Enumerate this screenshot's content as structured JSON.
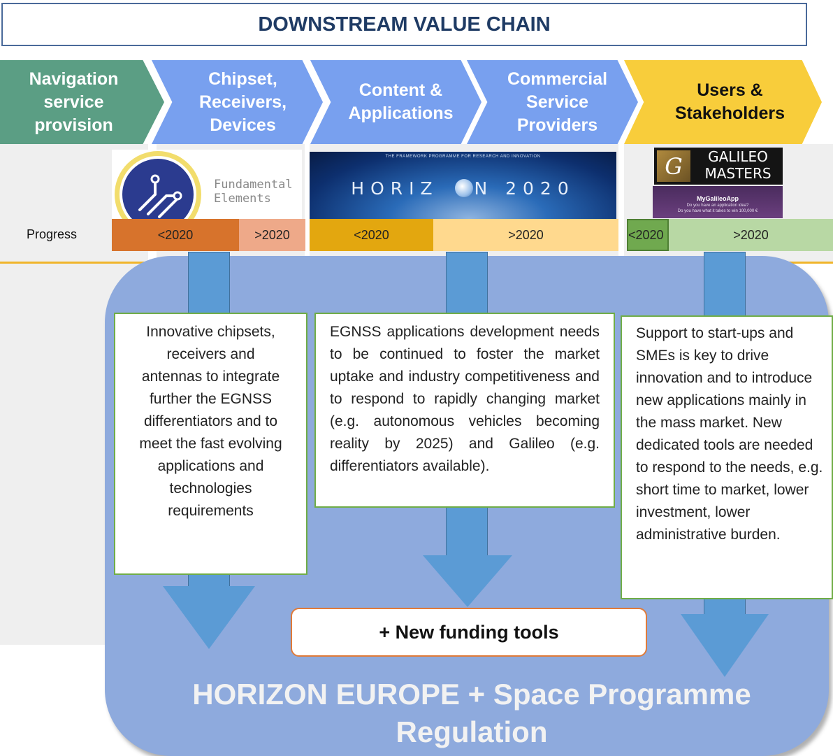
{
  "title": "DOWNSTREAM VALUE CHAIN",
  "chain": [
    {
      "label": "Navigation\nservice\nprovision",
      "color": "#5b9e84"
    },
    {
      "label": "Chipset,\nReceivers,\nDevices",
      "color": "#78a0ef"
    },
    {
      "label": "Content &\nApplications",
      "color": "#78a0ef"
    },
    {
      "label": "Commercial\nService\nProviders",
      "color": "#78a0ef"
    },
    {
      "label": "Users &\nStakeholders",
      "color": "#f8cd3b"
    }
  ],
  "logos": {
    "fundamental_elements": {
      "line1": "Fundamental",
      "line2": "Elements"
    },
    "horizon2020": {
      "tagline": "THE FRAMEWORK PROGRAMME FOR RESEARCH AND INNOVATION",
      "name": "HORIZ   N 2020"
    },
    "galileo_masters": {
      "line1": "GALILEO",
      "line2": "MASTERS",
      "mark": "G"
    },
    "mygalileoapp": {
      "line1": "MyGalileoApp",
      "line2": "Do you have an application idea?",
      "line3": "Do you have what it takes to win 100,000 €"
    }
  },
  "progress": {
    "label": "Progress",
    "segments": [
      {
        "text": "<2020",
        "color": "#d7732c"
      },
      {
        "text": ">2020",
        "color": "#eea989"
      },
      {
        "text": "<2020",
        "color": "#e3a70f"
      },
      {
        "text": ">2020",
        "color": "#ffd98e"
      },
      {
        "text": "<2020",
        "color": "#70a94f"
      },
      {
        "text": ">2020",
        "color": "#b8d8a4"
      }
    ]
  },
  "boxes": {
    "chipsets": "Innovative chipsets, receivers and antennas to integrate further the EGNSS differentiators and to meet the fast evolving applications and technologies requirements",
    "applications": "EGNSS applications development needs to be continued to foster the market uptake and industry competitiveness and to respond to rapidly changing market (e.g. autonomous vehicles becoming reality by 2025) and Galileo (e.g. differentiators available).",
    "startups": "Support to start-ups and SMEs is key to drive innovation and to introduce new applications mainly in the mass market. New dedicated tools are needed to respond to the needs, e.g. short time to market, lower investment, lower administrative burden."
  },
  "funding": "+ New funding tools",
  "bottom_title": "HORIZON EUROPE + Space Programme\nRegulation"
}
